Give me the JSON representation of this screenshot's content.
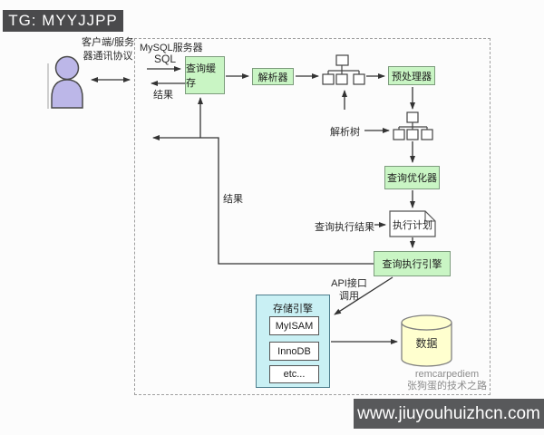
{
  "header": {
    "tag": "TG: MYYJJPP"
  },
  "client": {
    "label": "客户端/服务器通讯协议",
    "icon": "person-icon"
  },
  "server": {
    "title": "MySQL服务器"
  },
  "flow": {
    "sql_label": "SQL",
    "result_top_label": "结果",
    "result_mid_label": "结果",
    "query_cache": "查询缓存",
    "parser": "解析器",
    "preprocessor": "预处理器",
    "parse_tree_label": "解析树",
    "query_optimizer": "查询优化器",
    "exec_result_label": "查询执行结果",
    "execution_plan": "执行计划",
    "query_execution_engine": "查询执行引擎",
    "api_call_line1": "API接口",
    "api_call_line2": "调用"
  },
  "storage": {
    "title": "存储引擎",
    "engines": [
      "MyISAM",
      "InnoDB",
      "etc..."
    ]
  },
  "datastore": {
    "label": "数据",
    "icon": "database-cylinder-icon"
  },
  "watermark": {
    "line1": "remcarpediem",
    "line2": "张狗蛋的技术之路"
  },
  "footer": {
    "url": "www.jiuyouhuizhcn.com"
  },
  "icons": {
    "client": "person-icon",
    "syntax_trees": "tree-node-icon",
    "execution_plan": "document-icon",
    "data": "database-cylinder-icon"
  },
  "colors": {
    "node_green": "#c9f5c4",
    "storage_cyan": "#c9f0f4",
    "data_yellow": "#ffffcf",
    "client_purple": "#bcb7e8",
    "tag_dark": "#4a4a4c",
    "footer_bar": "#58595b"
  }
}
